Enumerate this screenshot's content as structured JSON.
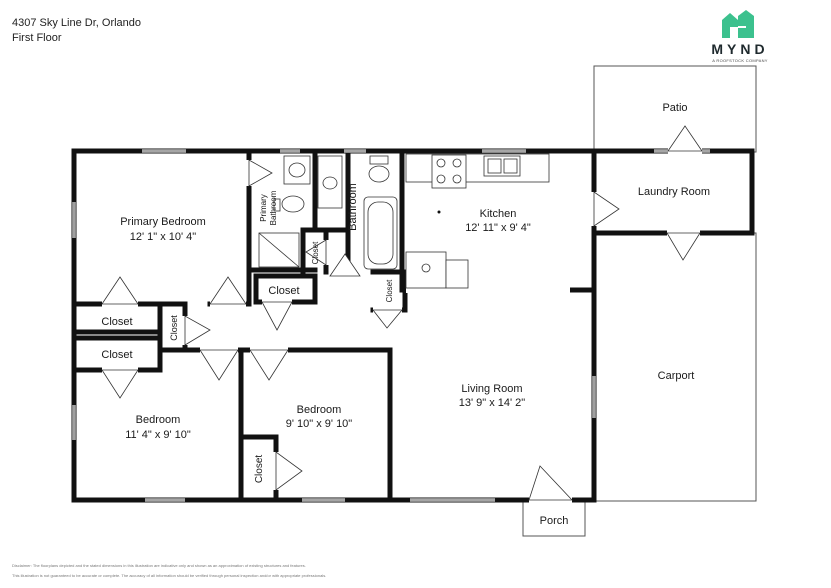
{
  "header": {
    "address": "4307 Sky Line Dr, Orlando",
    "floor": "First Floor"
  },
  "logo": {
    "brand": "MYND",
    "tagline": "A ROOFSTOCK COMPANY",
    "icon": "house-logo-icon",
    "color": "#3cc18e"
  },
  "rooms": {
    "primary_bedroom": {
      "name": "Primary Bedroom",
      "dims": "12' 1\" x 10' 4\""
    },
    "primary_bathroom": {
      "line1": "Primary",
      "line2": "Bathroom"
    },
    "bathroom": {
      "name": "Bathroom"
    },
    "kitchen": {
      "name": "Kitchen",
      "dims": "12' 11\" x 9' 4\""
    },
    "patio": {
      "name": "Patio"
    },
    "laundry": {
      "name": "Laundry Room"
    },
    "carport": {
      "name": "Carport"
    },
    "living": {
      "name": "Living Room",
      "dims": "13' 9\" x 14' 2\""
    },
    "bedroom1": {
      "name": "Bedroom",
      "dims": "11' 4\" x 9' 10\""
    },
    "bedroom2": {
      "name": "Bedroom",
      "dims": "9' 10\" x 9' 10\""
    },
    "porch": {
      "name": "Porch"
    },
    "closet": "Closet"
  },
  "disclaimer": {
    "line1": "Disclaimer: The floorplans depicted and the stated dimensions in this illustration are indicative only and shown as an approximation of existing structures and features.",
    "line2": "This illustration is not guaranteed to be accurate or complete. The accuracy of all information should be verified through personal inspection and/or with appropriate professionals."
  }
}
